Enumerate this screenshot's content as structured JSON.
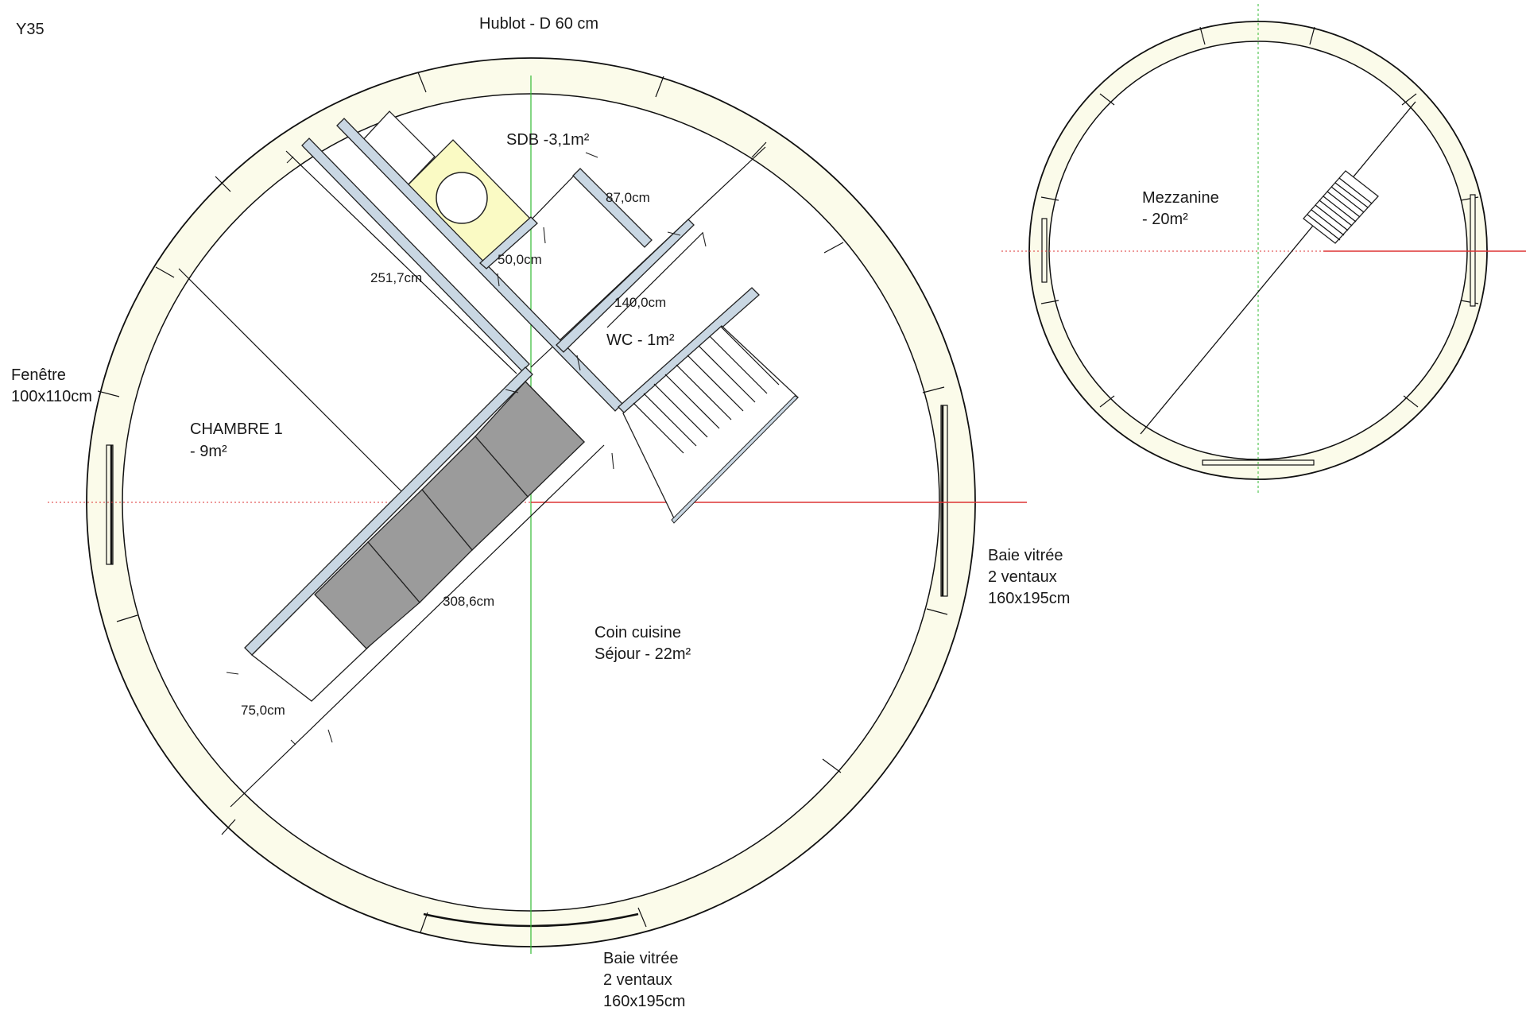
{
  "title": "Y35",
  "labels": {
    "porthole": "Hublot - D 60 cm",
    "window_line1": "Fenêtre",
    "window_line2": "100x110cm",
    "baie_east_line1": "Baie vitrée",
    "baie_east_line2": "2 ventaux",
    "baie_east_line3": "160x195cm",
    "baie_south_line1": "Baie vitrée",
    "baie_south_line2": "2 ventaux",
    "baie_south_line3": "160x195cm"
  },
  "rooms": {
    "sdb": "SDB -3,1m²",
    "wc": "WC - 1m²",
    "chambre_line1": "CHAMBRE 1",
    "chambre_line2": "- 9m²",
    "sejour_line1": "Coin cuisine",
    "sejour_line2": "Séjour - 22m²",
    "mezzanine_line1": "Mezzanine",
    "mezzanine_line2": "- 20m²"
  },
  "dimensions": {
    "d1": "87,0cm",
    "d2": "50,0cm",
    "d3": "251,7cm",
    "d4": "140,0cm",
    "d5": "308,6cm",
    "d6": "75,0cm"
  },
  "colors": {
    "wall_fill": "#c9d7e3",
    "ring_fill": "#fbfbea",
    "fixture_fill": "#fafac4",
    "furniture_fill": "#9b9b9b",
    "axis_green": "#33bb33",
    "axis_red": "#dd3333"
  }
}
